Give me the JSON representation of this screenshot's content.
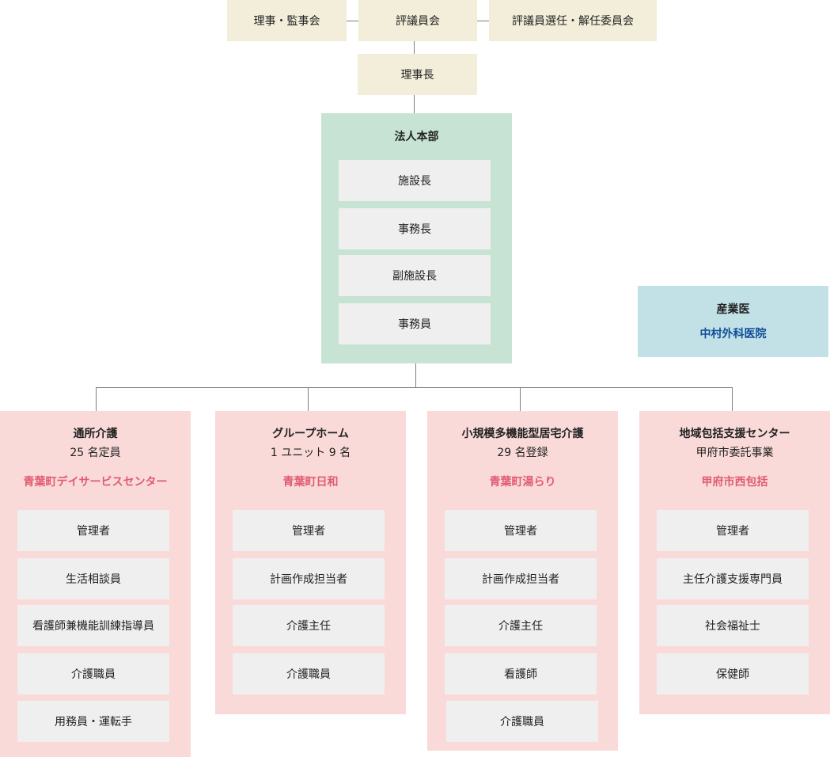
{
  "top": {
    "directors": "理事・監事会",
    "council": "評議員会",
    "committee": "評議員選任・解任委員会",
    "chairman": "理事長"
  },
  "hq": {
    "title": "法人本部",
    "roles": [
      "施設長",
      "事務長",
      "副施設長",
      "事務員"
    ]
  },
  "doctor": {
    "title": "産業医",
    "name": "中村外科医院"
  },
  "units": [
    {
      "title": "通所介護",
      "sub": "25 名定員",
      "name": "青葉町デイサービスセンター",
      "roles": [
        "管理者",
        "生活相談員",
        "看護師兼機能訓練指導員",
        "介護職員",
        "用務員・運転手"
      ]
    },
    {
      "title": "グループホーム",
      "sub": "1 ユニット 9 名",
      "name": "青葉町日和",
      "roles": [
        "管理者",
        "計画作成担当者",
        "介護主任",
        "介護職員"
      ]
    },
    {
      "title": "小規模多機能型居宅介護",
      "sub": "29 名登録",
      "name": "青葉町湯らり",
      "roles": [
        "管理者",
        "計画作成担当者",
        "介護主任",
        "看護師",
        "介護職員"
      ]
    },
    {
      "title": "地域包括支援センター",
      "sub": "甲府市委託事業",
      "name": "甲府市西包括",
      "roles": [
        "管理者",
        "主任介護支援専門員",
        "社会福祉士",
        "保健師"
      ]
    }
  ]
}
